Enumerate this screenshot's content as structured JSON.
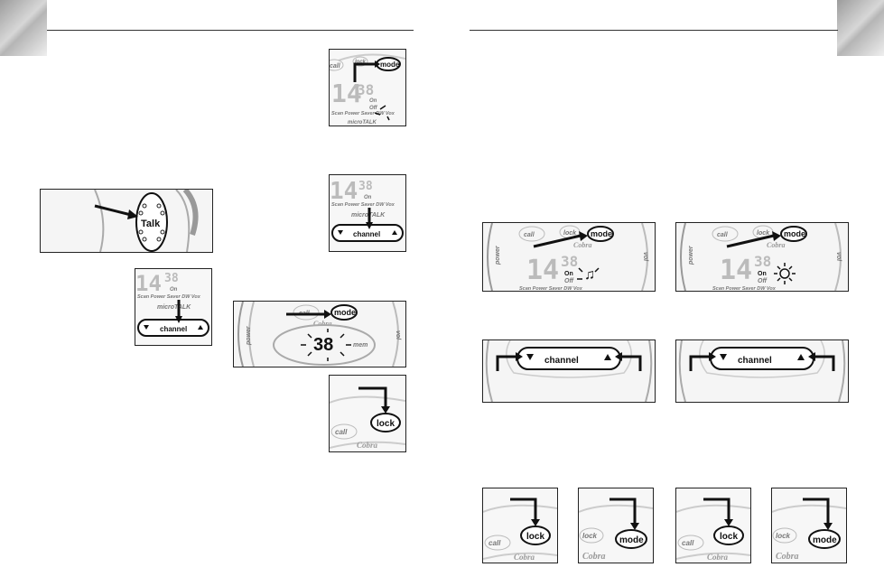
{
  "buttons": {
    "mode": "mode",
    "lock": "lock",
    "call": "call",
    "talk": "Talk",
    "channel": "channel",
    "power": "power",
    "vol": "vol"
  },
  "display": {
    "channel_number": "38",
    "scan_row": "Scan Power Saver DW Vox",
    "on": "On",
    "off": "Off",
    "mem": "mem",
    "brand": "Cobra",
    "model": "microTALK"
  }
}
